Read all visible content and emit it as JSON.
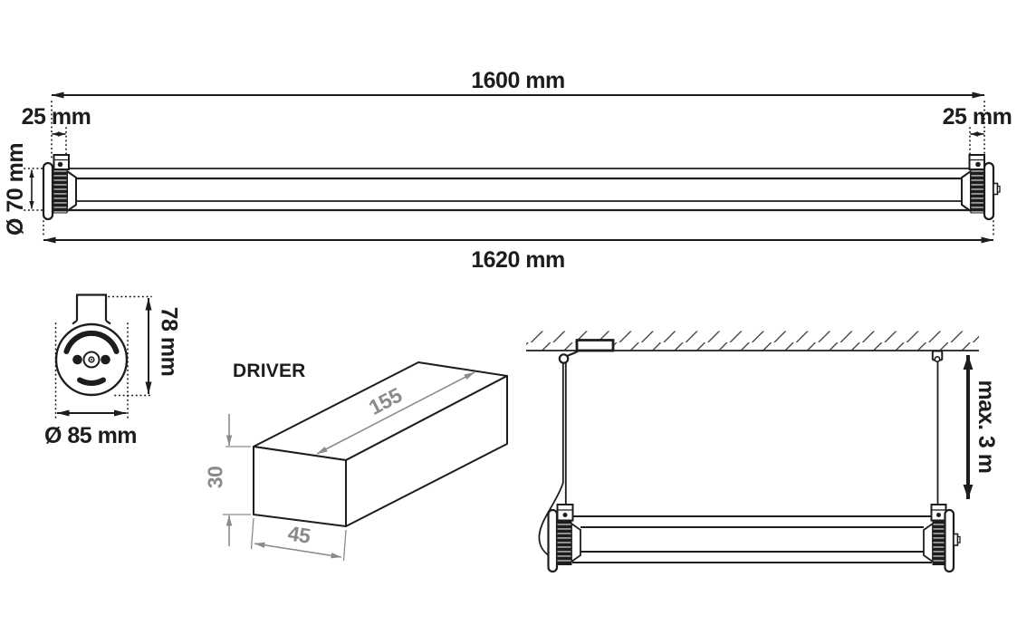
{
  "colors": {
    "line": "#1d1d1b",
    "gray": "#8a8a8a",
    "background": "#ffffff"
  },
  "front_view": {
    "dim_overall_top": "1600 mm",
    "dim_end_left": "25 mm",
    "dim_end_right": "25 mm",
    "dim_diameter": "Ø 70 mm",
    "dim_overall_bottom": "1620 mm"
  },
  "end_view": {
    "dim_height": "78 mm",
    "dim_diameter": "Ø 85 mm"
  },
  "driver": {
    "title": "DRIVER",
    "dim_length": "155",
    "dim_height": "30",
    "dim_width": "45"
  },
  "suspension_view": {
    "dim_max_drop": "max. 3 m"
  }
}
